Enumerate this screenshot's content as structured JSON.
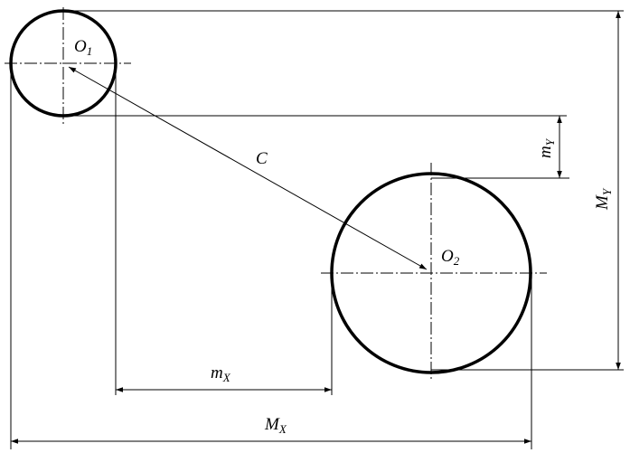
{
  "labels": {
    "o1": {
      "base": "O",
      "sub": "1"
    },
    "o2": {
      "base": "O",
      "sub": "2"
    },
    "c": {
      "base": "C"
    },
    "mx": {
      "base": "m",
      "sub": "X"
    },
    "my": {
      "base": "m",
      "sub": "Y"
    },
    "Mx": {
      "base": "M",
      "sub": "X"
    },
    "My": {
      "base": "M",
      "sub": "Y"
    }
  }
}
